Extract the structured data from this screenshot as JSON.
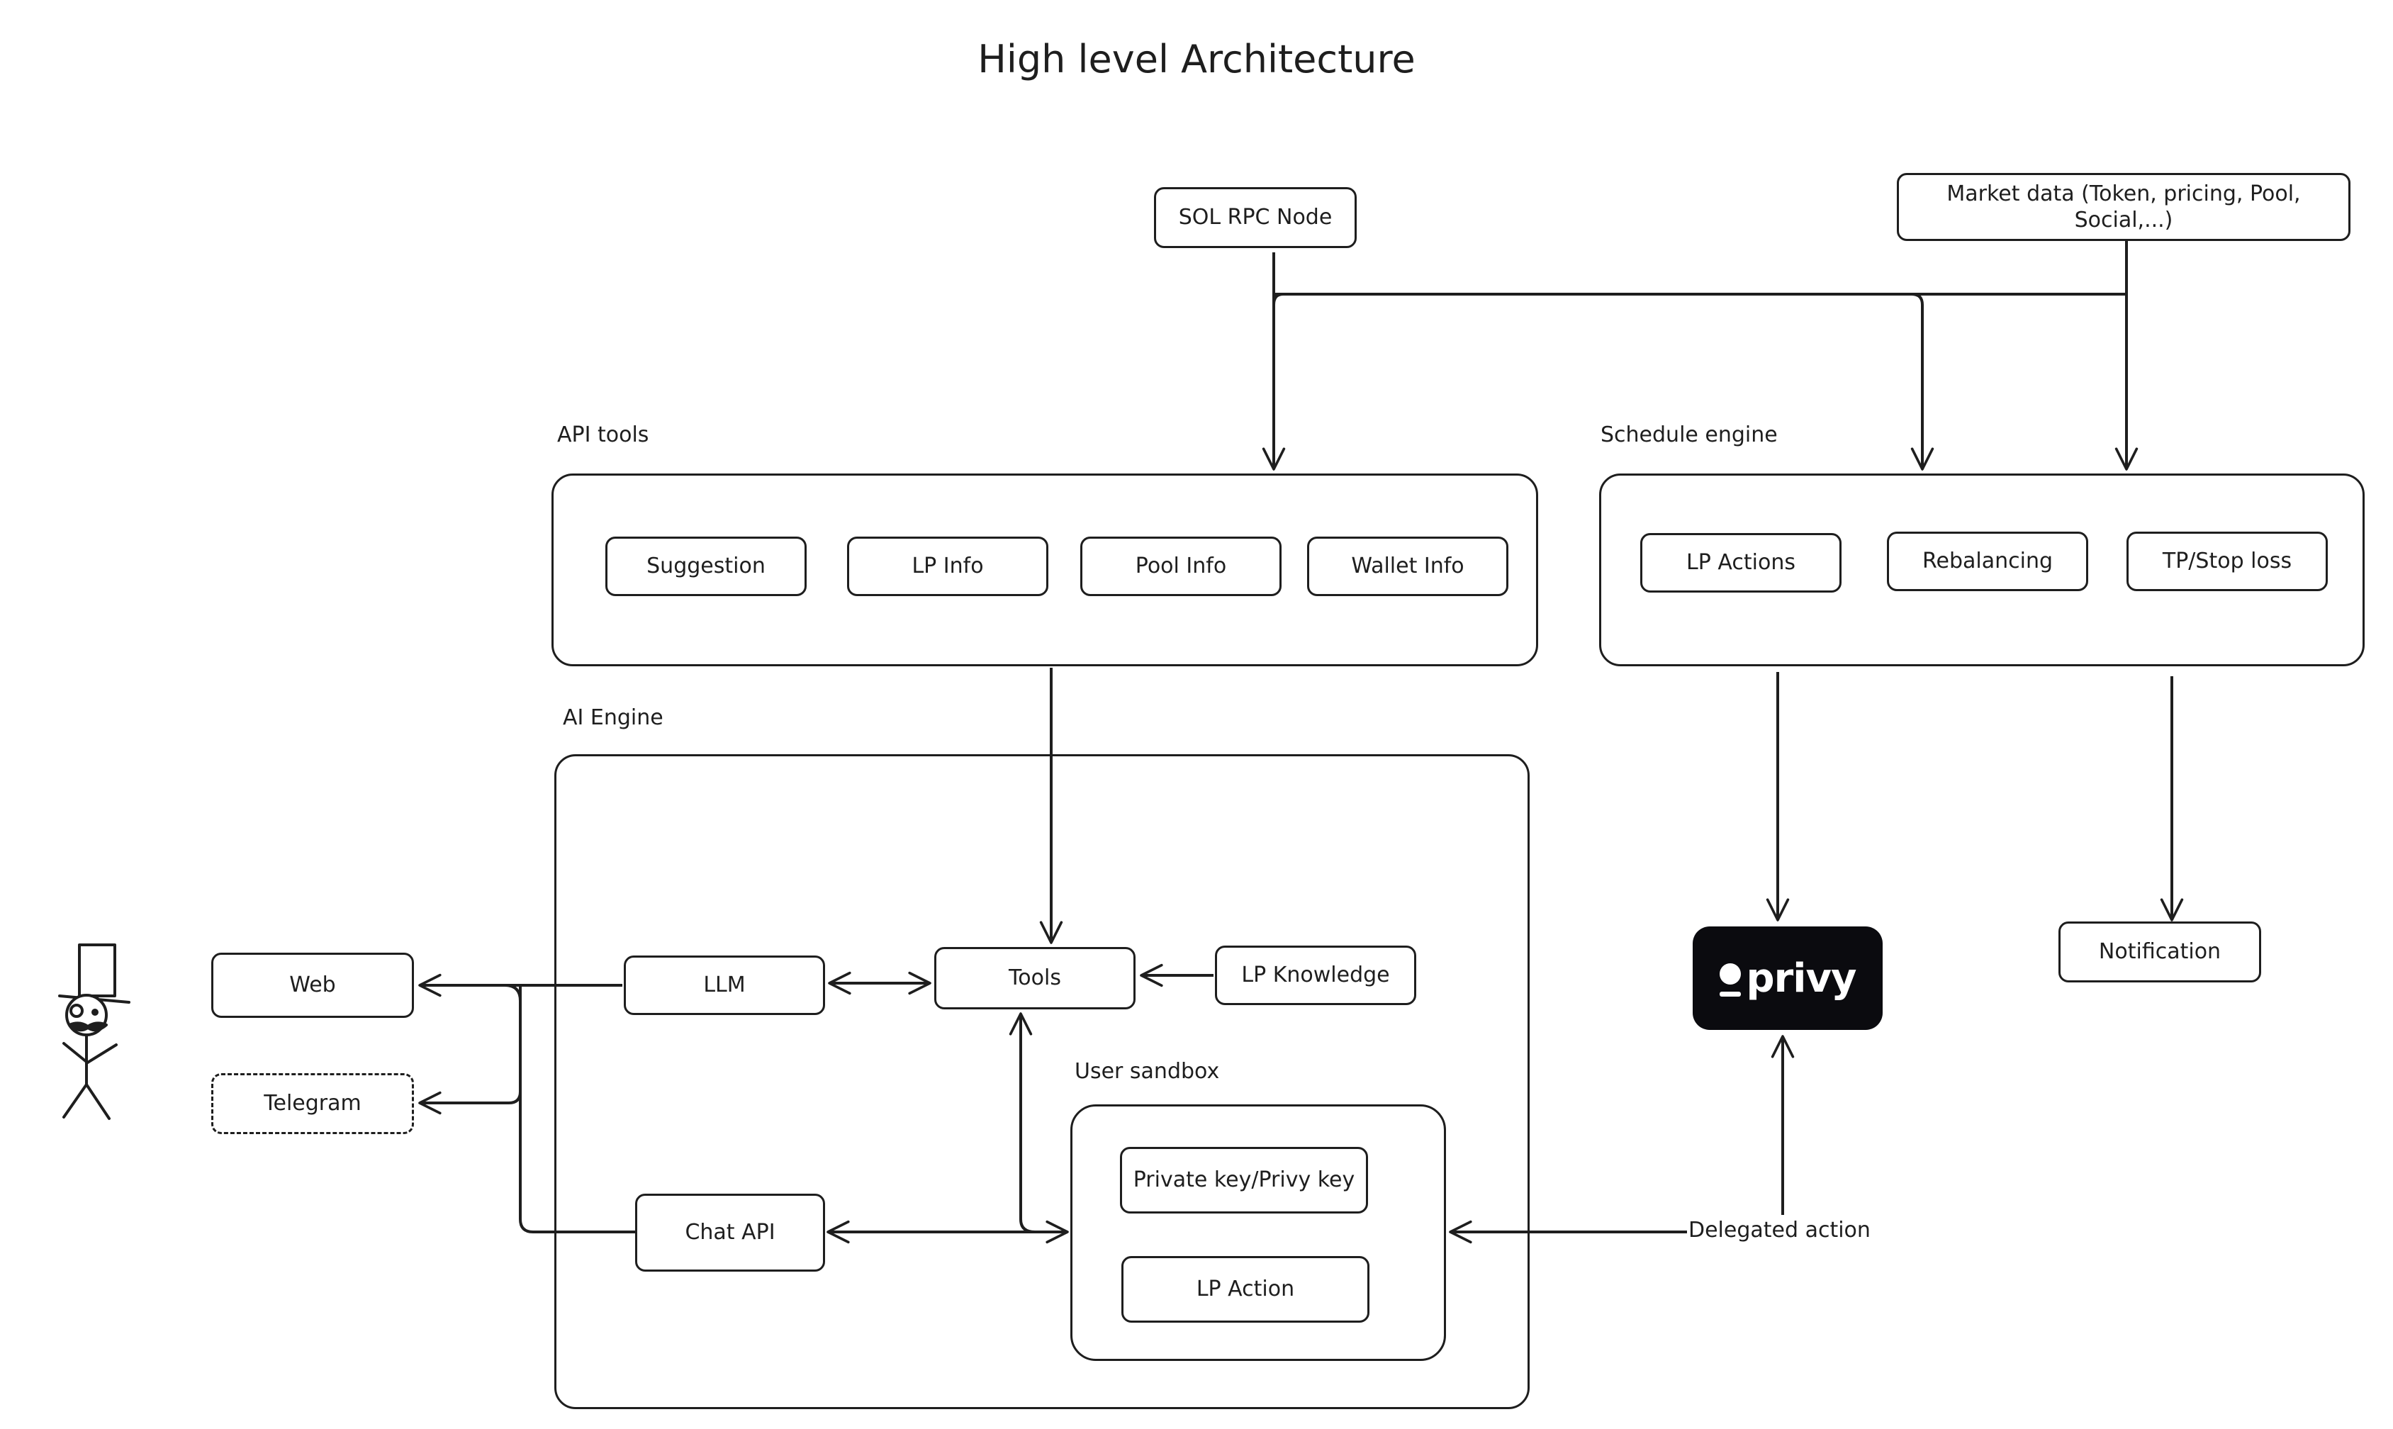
{
  "title": "High level Architecture",
  "sources": {
    "sol_rpc": "SOL RPC Node",
    "market_data": "Market data (Token, pricing, Pool, Social,...)"
  },
  "api_tools": {
    "label": "API tools",
    "items": [
      "Suggestion",
      "LP Info",
      "Pool Info",
      "Wallet Info"
    ]
  },
  "schedule_engine": {
    "label": "Schedule engine",
    "items": [
      "LP Actions",
      "Rebalancing",
      "TP/Stop loss"
    ]
  },
  "ai_engine": {
    "label": "AI Engine",
    "llm": "LLM",
    "tools": "Tools",
    "lp_knowledge": "LP Knowledge",
    "chat_api": "Chat API",
    "user_sandbox": {
      "label": "User sandbox",
      "private_key": "Private key/Privy key",
      "lp_action": "LP Action"
    }
  },
  "clients": {
    "web": "Web",
    "telegram": "Telegram"
  },
  "privy": {
    "logo_text": "privy"
  },
  "notification": "Notification",
  "delegated_action": "Delegated action",
  "colors": {
    "stroke": "#1e1e1e",
    "privy_bg": "#0b0b0f",
    "background": "#ffffff"
  }
}
